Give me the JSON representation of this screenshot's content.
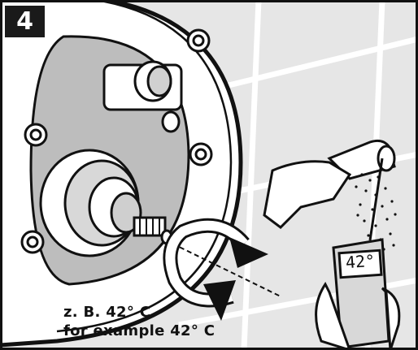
{
  "step": {
    "number": "4"
  },
  "caption": {
    "line1": "z. B. 42° C",
    "line2": "for example 42° C"
  },
  "thermometer": {
    "reading": "42°"
  },
  "colors": {
    "ink": "#111111",
    "tile": "#e6e6e6",
    "grout": "#ffffff",
    "plate": "#ffffff",
    "cavity": "#bdbdbd",
    "frame": "#1a1a1a"
  },
  "icons": [
    "rotate-arrow-icon",
    "thermometer-icon",
    "shower-head-icon",
    "hand-icon"
  ]
}
